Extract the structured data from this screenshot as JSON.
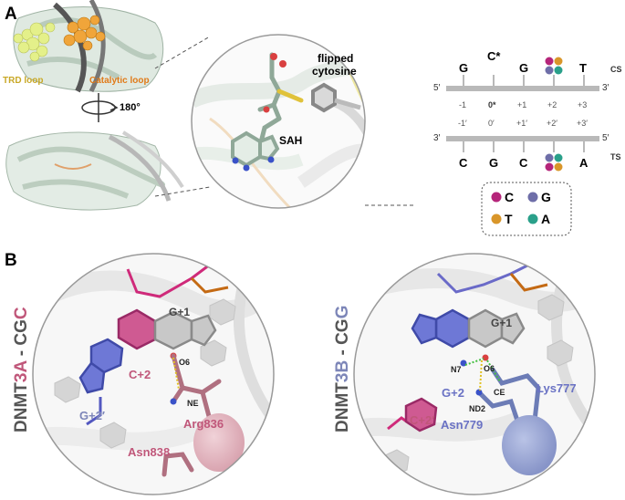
{
  "panelA": {
    "letter": "A",
    "trd_loop": "TRD loop",
    "catalytic_loop": "Catalytic loop",
    "rotation": "180°",
    "flipped_cytosine_l1": "flipped",
    "flipped_cytosine_l2": "cytosine",
    "sah": "SAH",
    "cs": {
      "label": "CS",
      "end5": "5′",
      "end3": "3′",
      "bases": [
        "G",
        "C*",
        "G",
        "",
        "T"
      ],
      "positions": [
        "-1",
        "0*",
        "+1",
        "+2",
        "+3"
      ]
    },
    "ts": {
      "label": "TS",
      "end3": "3′",
      "end5": "5′",
      "bases": [
        "C",
        "G",
        "C",
        "",
        "A"
      ],
      "positions": [
        "-1′",
        "0′",
        "+1′",
        "+2′",
        "+3′"
      ]
    },
    "legend": [
      {
        "name": "C",
        "color": "#b5257a"
      },
      {
        "name": "G",
        "color": "#6e6ea8"
      },
      {
        "name": "T",
        "color": "#d9962a"
      },
      {
        "name": "A",
        "color": "#2aa08a"
      }
    ]
  },
  "panelB": {
    "letter": "B",
    "left": {
      "title_prefix": "DNMT",
      "title_variant": "3A",
      "title_suffix": " - CG",
      "title_end": "C",
      "variant_color": "#c0577a",
      "labels": {
        "g1": "G+1",
        "o6": "O6",
        "c2": "C+2",
        "ne": "NE",
        "g2p": "G+2′",
        "arg": "Arg836",
        "asn": "Asn838"
      }
    },
    "right": {
      "title_prefix": "DNMT",
      "title_variant": "3B",
      "title_suffix": " - CG",
      "title_end": "G",
      "variant_color": "#7d86b8",
      "labels": {
        "g1": "G+1",
        "n7": "N7",
        "o6": "O6",
        "g2": "G+2",
        "ce": "CE",
        "lys": "Lys777",
        "nd2": "ND2",
        "c2p": "C+2′",
        "asn": "Asn779"
      }
    }
  }
}
